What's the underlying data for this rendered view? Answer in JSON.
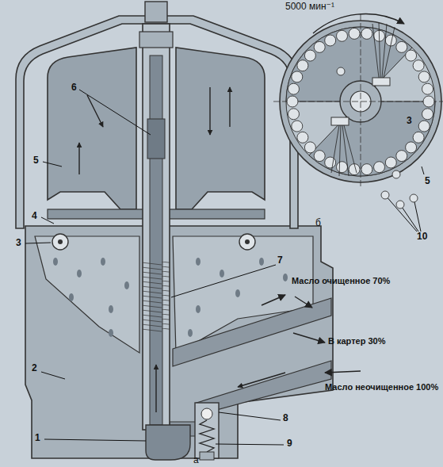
{
  "diagram": {
    "labels": [
      "6",
      "5",
      "4",
      "3",
      "7",
      "2",
      "1",
      "8",
      "9",
      "Масло очищенное 70%",
      "В картер 30%",
      "Масло неочищенное 100%",
      "а",
      "5000 мин⁻¹",
      "3",
      "5",
      "10",
      "б"
    ]
  }
}
